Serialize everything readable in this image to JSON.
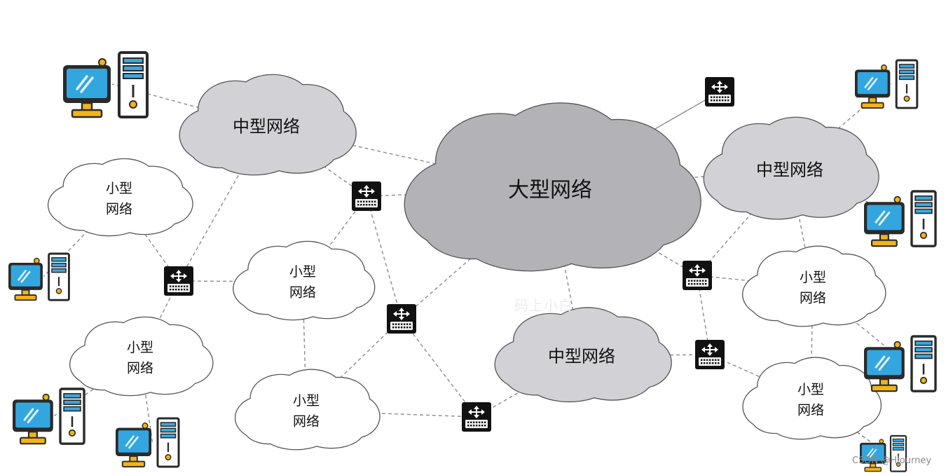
{
  "clouds": [
    {
      "id": "big",
      "lines": [
        "大型网络"
      ],
      "shade": "dark"
    },
    {
      "id": "m1",
      "lines": [
        "中型网络"
      ],
      "shade": "mid"
    },
    {
      "id": "m2",
      "lines": [
        "中型网络"
      ],
      "shade": "mid"
    },
    {
      "id": "m3",
      "lines": [
        "中型网络"
      ],
      "shade": "mid"
    },
    {
      "id": "s1",
      "lines": [
        "小型",
        "网络"
      ],
      "shade": "light"
    },
    {
      "id": "s2",
      "lines": [
        "小型",
        "网络"
      ],
      "shade": "light"
    },
    {
      "id": "s3",
      "lines": [
        "小型",
        "网络"
      ],
      "shade": "light"
    },
    {
      "id": "s4",
      "lines": [
        "小型",
        "网络"
      ],
      "shade": "light"
    },
    {
      "id": "s5",
      "lines": [
        "小型",
        "网络"
      ],
      "shade": "light"
    },
    {
      "id": "s6",
      "lines": [
        "小型",
        "网络"
      ],
      "shade": "light"
    }
  ],
  "routers": [
    "r1",
    "r2",
    "r3",
    "r4",
    "r5",
    "r6",
    "r7"
  ],
  "computers": [
    "c1",
    "c2",
    "c3",
    "c4",
    "c5",
    "c6",
    "c7",
    "c8",
    "c9"
  ],
  "links": [
    [
      "m1",
      "big"
    ],
    [
      "m1",
      "c1"
    ],
    [
      "m1",
      "r2"
    ],
    [
      "m1",
      "r1"
    ],
    [
      "r2",
      "big"
    ],
    [
      "r2",
      "s2"
    ],
    [
      "r2",
      "r3"
    ],
    [
      "s1",
      "r1"
    ],
    [
      "s1",
      "c2"
    ],
    [
      "r1",
      "s2"
    ],
    [
      "r1",
      "s3"
    ],
    [
      "s2",
      "s4"
    ],
    [
      "s3",
      "c3"
    ],
    [
      "s3",
      "c4"
    ],
    [
      "r3",
      "big"
    ],
    [
      "r3",
      "s4"
    ],
    [
      "r3",
      "r6"
    ],
    [
      "s4",
      "r6"
    ],
    [
      "r6",
      "m3"
    ],
    [
      "big",
      "r7"
    ],
    [
      "big",
      "m2"
    ],
    [
      "big",
      "m3"
    ],
    [
      "big",
      "r4"
    ],
    [
      "r7",
      "big"
    ],
    [
      "m2",
      "c5"
    ],
    [
      "m2",
      "c6"
    ],
    [
      "m2",
      "r4"
    ],
    [
      "m2",
      "s5"
    ],
    [
      "r4",
      "s5"
    ],
    [
      "r4",
      "r5"
    ],
    [
      "m3",
      "r5"
    ],
    [
      "r5",
      "s6"
    ],
    [
      "s5",
      "s6"
    ],
    [
      "s5",
      "c7"
    ],
    [
      "s6",
      "c8"
    ],
    [
      "s6",
      "c9"
    ]
  ],
  "colors": {
    "cloud_dark": "#b3b2b6",
    "cloud_mid": "#d2d1d5",
    "cloud_light": "#ffffff",
    "cloud_stroke": "#555555",
    "link": "#8c8c8c",
    "router_body": "#111111",
    "router_panel": "#f2f2f2",
    "monitor_body": "#2a2a2a",
    "monitor_screen": "#33a6df",
    "monitor_base": "#f3b418",
    "tower_body": "#ffffff",
    "tower_stroke": "#2a2a2a",
    "tower_bay": "#3aa8e0"
  },
  "watermark": "码上小白",
  "credit": "CSDN @HJourney"
}
